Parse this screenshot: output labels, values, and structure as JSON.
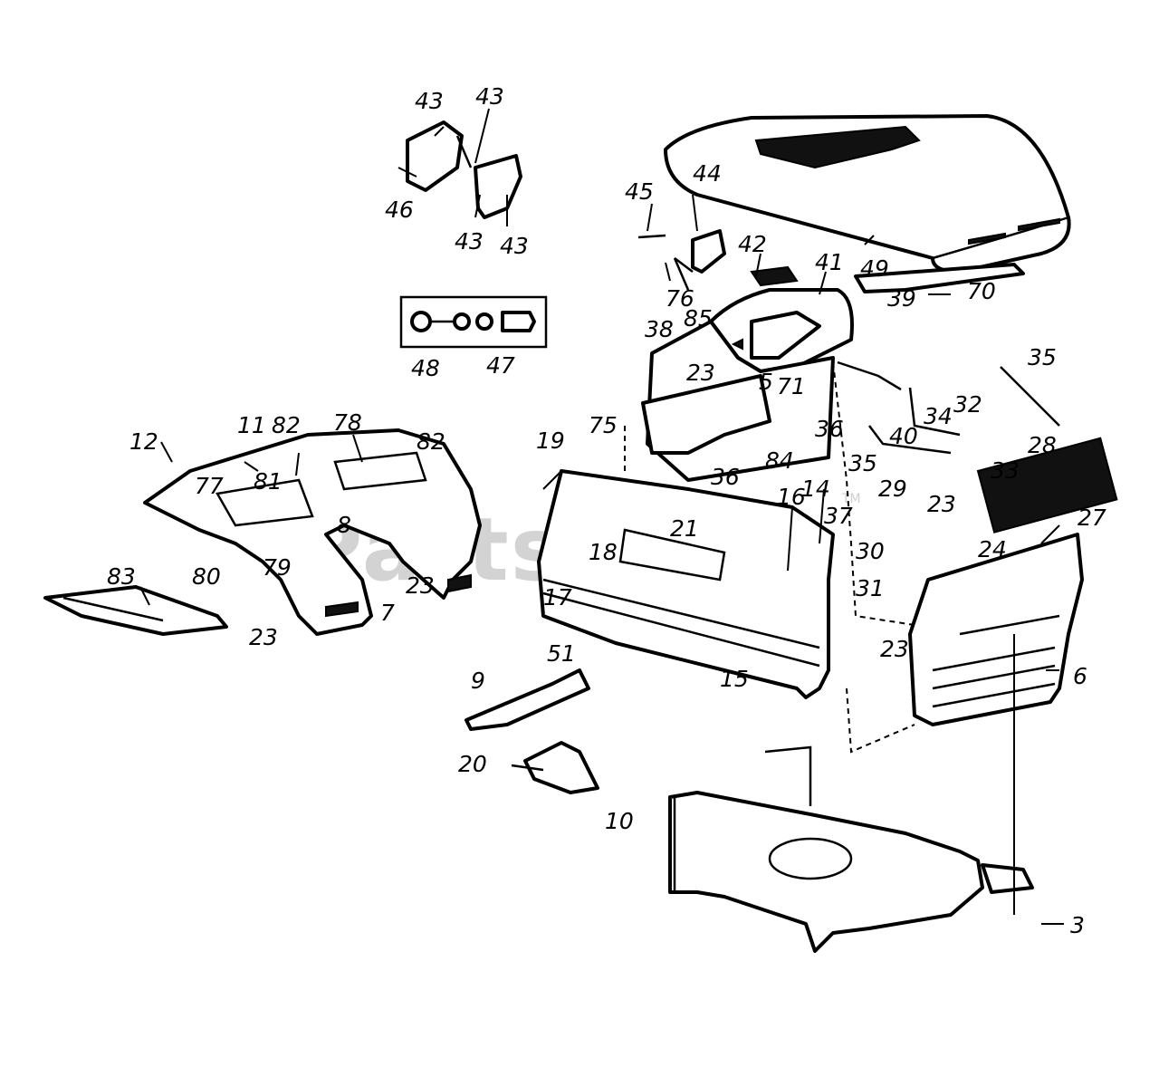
{
  "watermark": {
    "text": "PartsTree",
    "trademark": "TM"
  },
  "callouts": [
    {
      "id": "c43a",
      "text": "43"
    },
    {
      "id": "c43b",
      "text": "43"
    },
    {
      "id": "c43c",
      "text": "43"
    },
    {
      "id": "c43d",
      "text": "43"
    },
    {
      "id": "c46",
      "text": "46"
    },
    {
      "id": "c44",
      "text": "44"
    },
    {
      "id": "c45",
      "text": "45"
    },
    {
      "id": "c42",
      "text": "42"
    },
    {
      "id": "c41",
      "text": "41"
    },
    {
      "id": "c49",
      "text": "49"
    },
    {
      "id": "c76",
      "text": "76"
    },
    {
      "id": "c38",
      "text": "38"
    },
    {
      "id": "c85",
      "text": "85"
    },
    {
      "id": "c70",
      "text": "70"
    },
    {
      "id": "c39",
      "text": "39"
    },
    {
      "id": "c35a",
      "text": "35"
    },
    {
      "id": "c35b",
      "text": "35"
    },
    {
      "id": "c48",
      "text": "48"
    },
    {
      "id": "c47",
      "text": "47"
    },
    {
      "id": "c23a",
      "text": "23"
    },
    {
      "id": "c5",
      "text": "5"
    },
    {
      "id": "c71",
      "text": "71"
    },
    {
      "id": "c36a",
      "text": "36"
    },
    {
      "id": "c36b",
      "text": "36"
    },
    {
      "id": "c40",
      "text": "40"
    },
    {
      "id": "c34",
      "text": "34"
    },
    {
      "id": "c32",
      "text": "32"
    },
    {
      "id": "c33",
      "text": "33"
    },
    {
      "id": "c75",
      "text": "75"
    },
    {
      "id": "c84",
      "text": "84"
    },
    {
      "id": "c19",
      "text": "19"
    },
    {
      "id": "c28",
      "text": "28"
    },
    {
      "id": "c12",
      "text": "12"
    },
    {
      "id": "c11",
      "text": "11"
    },
    {
      "id": "c82a",
      "text": "82"
    },
    {
      "id": "c78",
      "text": "78"
    },
    {
      "id": "c82b",
      "text": "82"
    },
    {
      "id": "c77",
      "text": "77"
    },
    {
      "id": "c81",
      "text": "81"
    },
    {
      "id": "c8",
      "text": "8"
    },
    {
      "id": "c16",
      "text": "16"
    },
    {
      "id": "c14",
      "text": "14"
    },
    {
      "id": "c37",
      "text": "37"
    },
    {
      "id": "c29",
      "text": "29"
    },
    {
      "id": "c23b",
      "text": "23"
    },
    {
      "id": "c27",
      "text": "27"
    },
    {
      "id": "c21",
      "text": "21"
    },
    {
      "id": "c18",
      "text": "18"
    },
    {
      "id": "c30",
      "text": "30"
    },
    {
      "id": "c31",
      "text": "31"
    },
    {
      "id": "c24",
      "text": "24"
    },
    {
      "id": "c17",
      "text": "17"
    },
    {
      "id": "c83",
      "text": "83"
    },
    {
      "id": "c80",
      "text": "80"
    },
    {
      "id": "c79",
      "text": "79"
    },
    {
      "id": "c23c",
      "text": "23"
    },
    {
      "id": "c7",
      "text": "7"
    },
    {
      "id": "c23d",
      "text": "23"
    },
    {
      "id": "c51",
      "text": "51"
    },
    {
      "id": "c9",
      "text": "9"
    },
    {
      "id": "c15",
      "text": "15"
    },
    {
      "id": "c23e",
      "text": "23"
    },
    {
      "id": "c6",
      "text": "6"
    },
    {
      "id": "c20",
      "text": "20"
    },
    {
      "id": "c10",
      "text": "10"
    },
    {
      "id": "c3",
      "text": "3"
    }
  ]
}
